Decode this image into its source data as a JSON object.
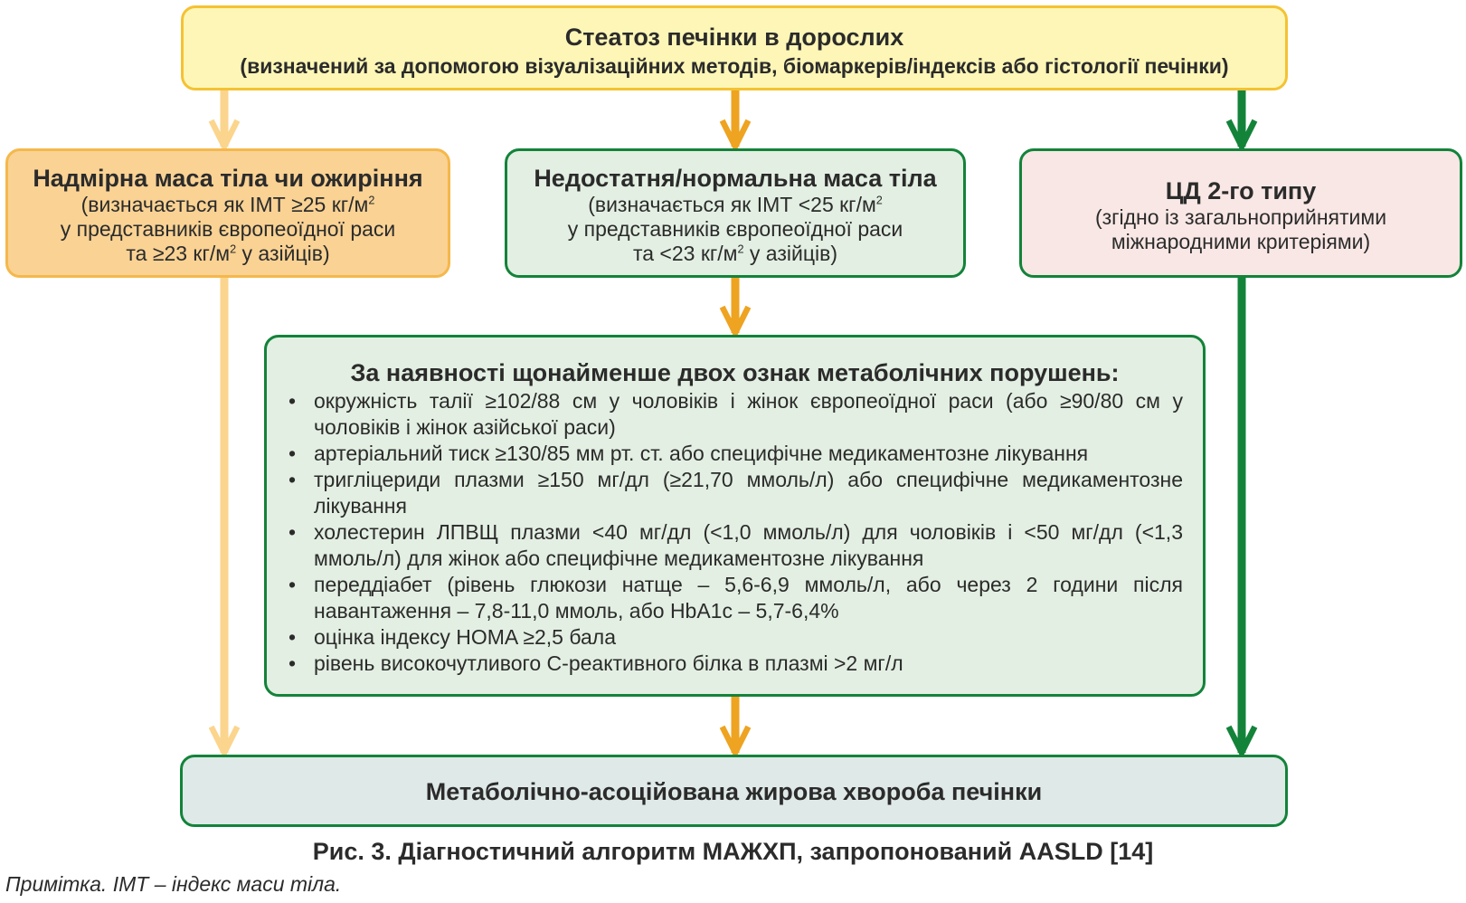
{
  "colors": {
    "light_orange_arrow": "#fbd58d",
    "orange_arrow": "#eea321",
    "green_arrow": "#13833a",
    "top_fill": "#fdf6b6",
    "overweight_fill": "#f9d294",
    "green_fill": "#e3efe2",
    "pink_fill": "#f8e7e4",
    "bottom_fill": "#dfe9e7"
  },
  "top_box": {
    "title": "Стеатоз печінки в дорослих",
    "subtitle": "(визначений за допомогою візуалізаційних методів, біомаркерів/індексів або гістології печінки)"
  },
  "overweight_box": {
    "title": "Надмірна маса тіла чи ожиріння",
    "line1_pre": "(визначається як ІМТ ≥25 кг/м",
    "sup": "2",
    "line2": "у представників європеоїдної раси",
    "line3_pre": "та ≥23 кг/м",
    "line3_post": " у азійців)"
  },
  "normal_box": {
    "title": "Недостатня/нормальна маса тіла",
    "line1_pre": "(визначається як ІМТ <25 кг/м",
    "sup": "2",
    "line2": "у представників європеоїдної раси",
    "line3_pre": "та <23 кг/м",
    "line3_post": " у азійців)"
  },
  "t2d_box": {
    "title": "ЦД 2-го типу",
    "line1": "(згідно із загальноприйнятими",
    "line2": "міжнародними критеріями)"
  },
  "metabolic_box": {
    "title": "За наявності щонайменше двох ознак метаболічних порушень:",
    "bullet": "•",
    "items": [
      "окружність талії ≥102/88 см у чоловіків і жінок європеоїдної раси (або ≥90/80 см у чоловіків і жінок азійської раси)",
      "артеріальний тиск ≥130/85 мм рт. ст. або специфічне медикаментозне лікування",
      "тригліцериди плазми ≥150 мг/дл (≥21,70 ммоль/л) або специфічне медикаментозне лікування",
      "холестерин ЛПВЩ плазми <40 мг/дл (<1,0 ммоль/л) для чоловіків і <50 мг/дл (<1,3 ммоль/л) для жінок або специфічне медикаментозне лікування",
      "переддіабет (рівень глюкози натще – 5,6-6,9 ммоль/л, або через 2 години після навантаження – 7,8-11,0 ммоль, або HbA1c – 5,7-6,4%",
      "оцінка індексу HOMA ≥2,5 бала",
      "рівень високочутливого С-реактивного білка в плазмі >2 мг/л"
    ]
  },
  "bottom_box": {
    "title": "Метаболічно-асоційована жирова хвороба печінки"
  },
  "caption": "Рис. 3. Діагностичний алгоритм МАЖХП, запропонований AASLD [14]",
  "note": "Примітка. ІМТ – індекс маси тіла."
}
